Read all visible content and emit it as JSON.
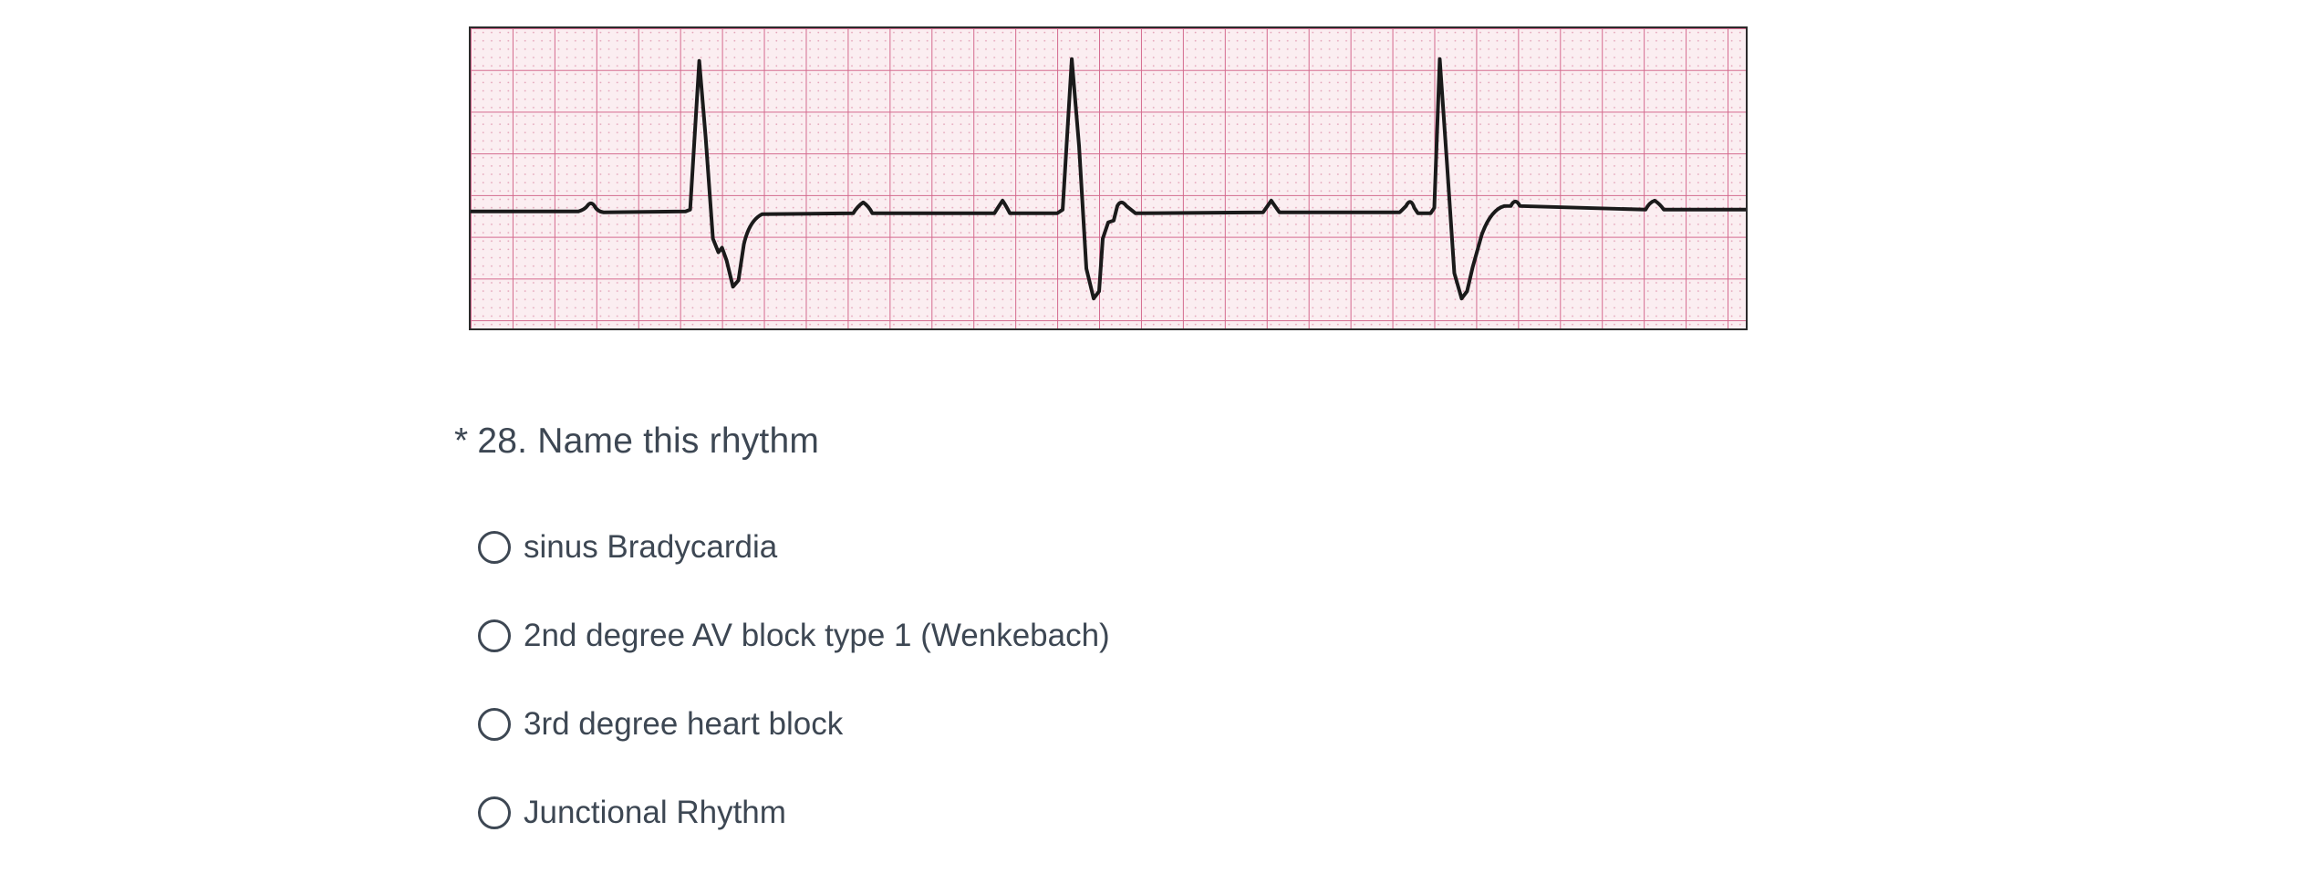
{
  "question": {
    "required_marker": "*",
    "number": "28.",
    "text": "Name this rhythm"
  },
  "options": [
    {
      "label": "sinus Bradycardia",
      "selected": false
    },
    {
      "label": "2nd degree AV block type 1 (Wenkebach)",
      "selected": false
    },
    {
      "label": "3rd degree heart block",
      "selected": false
    },
    {
      "label": "Junctional Rhythm",
      "selected": false
    }
  ],
  "ecg_strip": {
    "grid_color": "#d46a8e",
    "background_color": "#fbeef1",
    "trace_color": "#1a1a1a"
  }
}
